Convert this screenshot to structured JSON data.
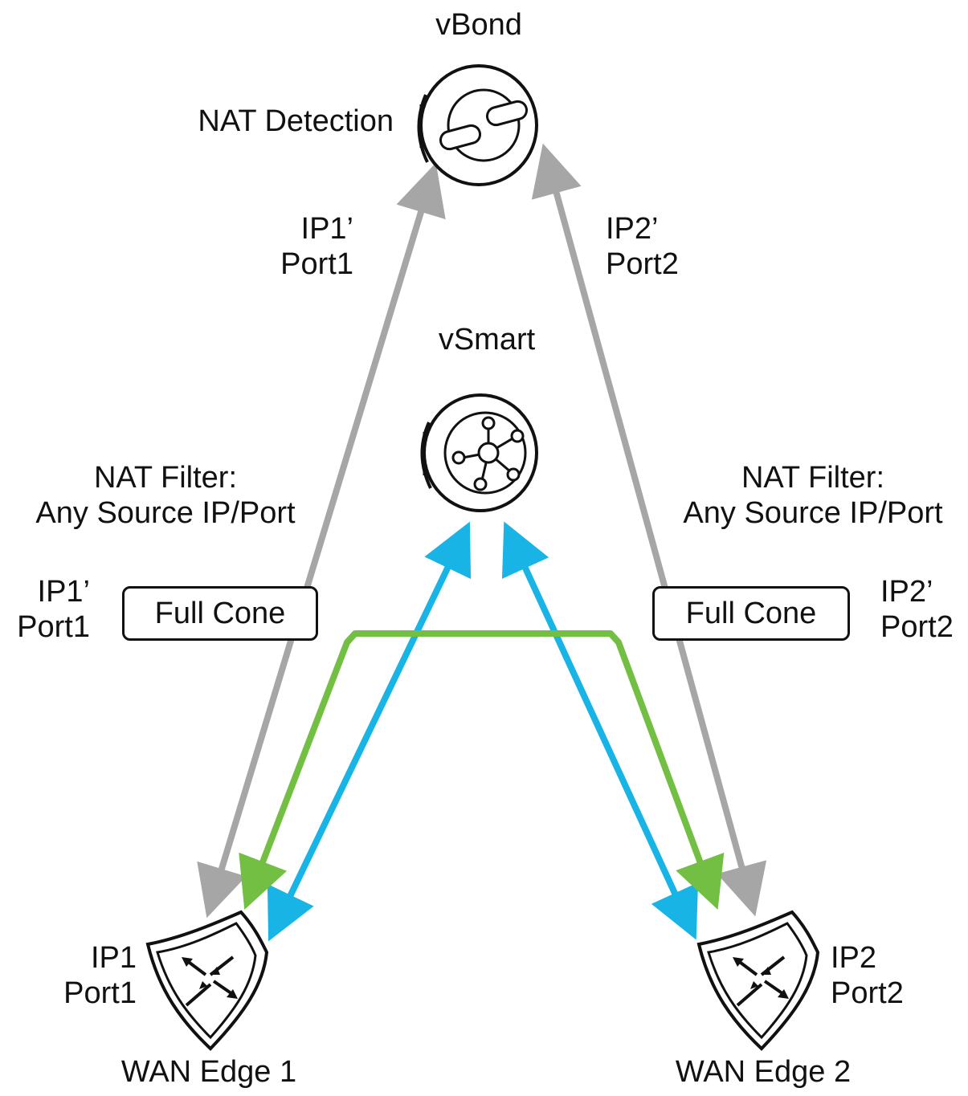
{
  "nodes": {
    "vbond": {
      "label": "vBond",
      "note": "NAT Detection"
    },
    "vsmart": {
      "label": "vSmart"
    },
    "edge1": {
      "label": "WAN Edge 1",
      "ip": "IP1",
      "port": "Port1"
    },
    "edge2": {
      "label": "WAN Edge 2",
      "ip": "IP2",
      "port": "Port2"
    }
  },
  "nat": {
    "left": {
      "filter_title": "NAT Filter:",
      "filter_desc": "Any Source IP/Port",
      "type": "Full Cone",
      "ip": "IP1’",
      "port": "Port1"
    },
    "right": {
      "filter_title": "NAT Filter:",
      "filter_desc": "Any Source IP/Port",
      "type": "Full Cone",
      "ip": "IP2’",
      "port": "Port2"
    }
  },
  "links": {
    "left_vbond": {
      "ip": "IP1’",
      "port": "Port1"
    },
    "right_vbond": {
      "ip": "IP2’",
      "port": "Port2"
    }
  },
  "colors": {
    "control_to_vbond": "#a6a6a6",
    "control_to_vsmart": "#18b4e6",
    "data_plane": "#72bf44"
  }
}
